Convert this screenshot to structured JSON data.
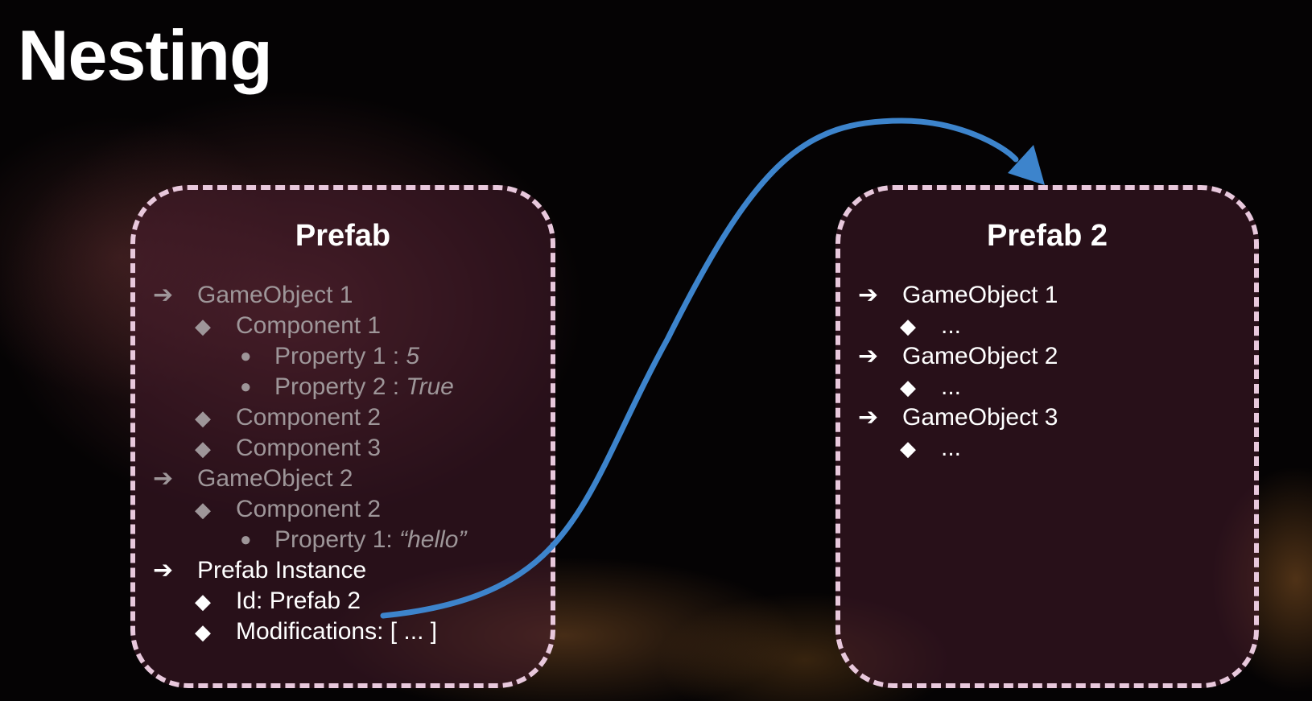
{
  "title": "Nesting",
  "colors": {
    "arrow": "#3d84cc",
    "border": "#e8c8dc",
    "dim_text": "#9e9699"
  },
  "markers": {
    "gameobject": "➔",
    "component": "◆",
    "property": "●"
  },
  "prefab": {
    "title": "Prefab",
    "items": [
      {
        "level": 0,
        "marker": "➔",
        "text": "GameObject 1",
        "value": "",
        "dim": true
      },
      {
        "level": 1,
        "marker": "◆",
        "text": "Component 1",
        "value": "",
        "dim": true
      },
      {
        "level": 2,
        "marker": "●",
        "text": "Property 1 : ",
        "value": "5",
        "dim": true
      },
      {
        "level": 2,
        "marker": "●",
        "text": "Property 2 : ",
        "value": "True",
        "dim": true
      },
      {
        "level": 1,
        "marker": "◆",
        "text": "Component 2",
        "value": "",
        "dim": true
      },
      {
        "level": 1,
        "marker": "◆",
        "text": "Component 3",
        "value": "",
        "dim": true
      },
      {
        "level": 0,
        "marker": "➔",
        "text": "GameObject 2",
        "value": "",
        "dim": true
      },
      {
        "level": 1,
        "marker": "◆",
        "text": "Component 2",
        "value": "",
        "dim": true
      },
      {
        "level": 2,
        "marker": "●",
        "text": "Property 1: ",
        "value": "“hello”",
        "dim": true
      },
      {
        "level": 0,
        "marker": "➔",
        "text": "Prefab Instance",
        "value": "",
        "dim": false
      },
      {
        "level": 1,
        "marker": "◆",
        "text": "Id: Prefab 2",
        "value": "",
        "dim": false
      },
      {
        "level": 1,
        "marker": "◆",
        "text": "Modifications: [ ... ]",
        "value": "",
        "dim": false
      }
    ]
  },
  "prefab2": {
    "title": "Prefab 2",
    "items": [
      {
        "level": 0,
        "marker": "➔",
        "text": "GameObject 1",
        "value": "",
        "dim": false
      },
      {
        "level": 1,
        "marker": "◆",
        "text": "...",
        "value": "",
        "dim": false
      },
      {
        "level": 0,
        "marker": "➔",
        "text": "GameObject 2",
        "value": "",
        "dim": false
      },
      {
        "level": 1,
        "marker": "◆",
        "text": "...",
        "value": "",
        "dim": false
      },
      {
        "level": 0,
        "marker": "➔",
        "text": "GameObject 3",
        "value": "",
        "dim": false
      },
      {
        "level": 1,
        "marker": "◆",
        "text": "...",
        "value": "",
        "dim": false
      }
    ]
  }
}
